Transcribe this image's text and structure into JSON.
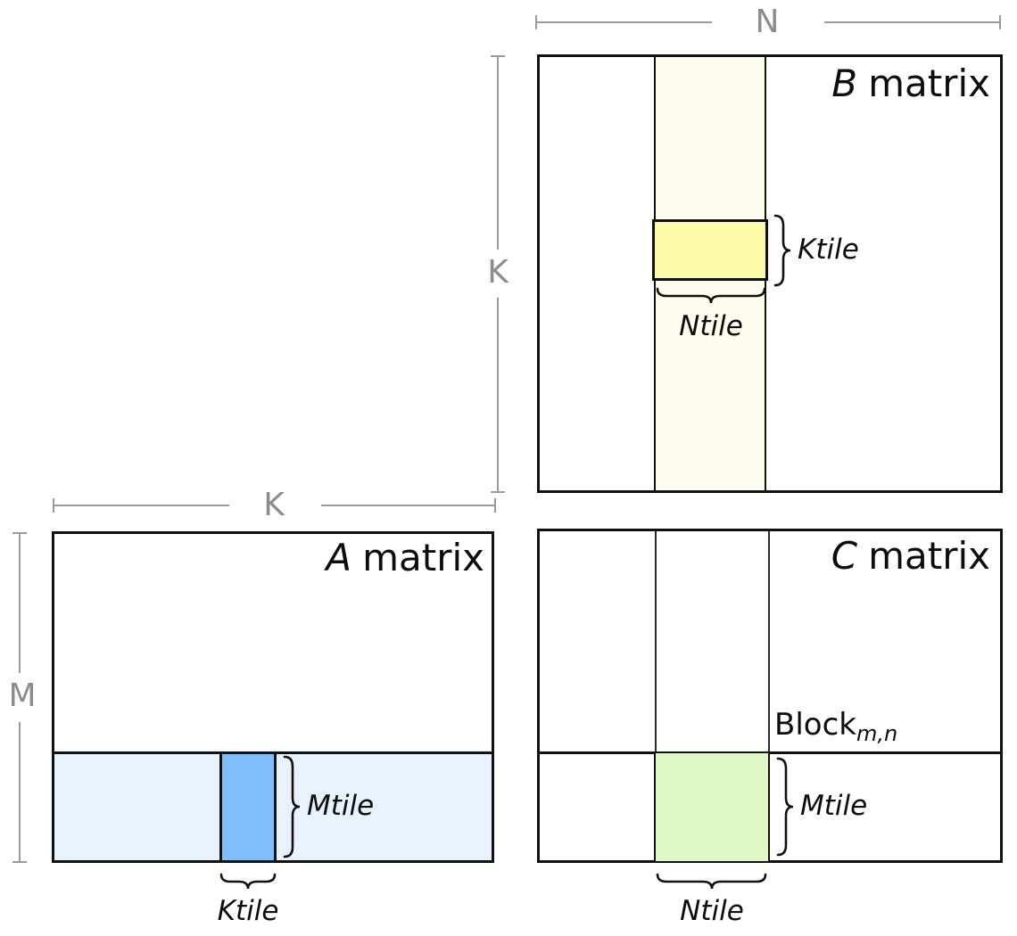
{
  "matrices": {
    "a": {
      "letter": "A",
      "word": "matrix",
      "tile_height_label": "Mtile",
      "tile_width_label": "Ktile"
    },
    "b": {
      "letter": "B",
      "word": "matrix",
      "tile_height_label": "Ktile",
      "tile_width_label": "Ntile"
    },
    "c": {
      "letter": "C",
      "word": "matrix",
      "tile_height_label": "Mtile",
      "tile_width_label": "Ntile",
      "block_base": "Block",
      "block_subscript": "m,n"
    }
  },
  "dimension_labels": {
    "n_top": "N",
    "k_left_of_b": "K",
    "k_above_a": "K",
    "m_left_of_a": "M"
  },
  "colors": {
    "border_black": "#111111",
    "dimension_gray": "#9a9a9a",
    "b_strip_ivory": "#FDFDEF",
    "b_tile_yellow": "#FCFCA8",
    "a_strip_light_blue": "#E9F2FC",
    "a_tile_blue": "#7FBEFB",
    "c_tile_green": "#DFF9C6"
  }
}
